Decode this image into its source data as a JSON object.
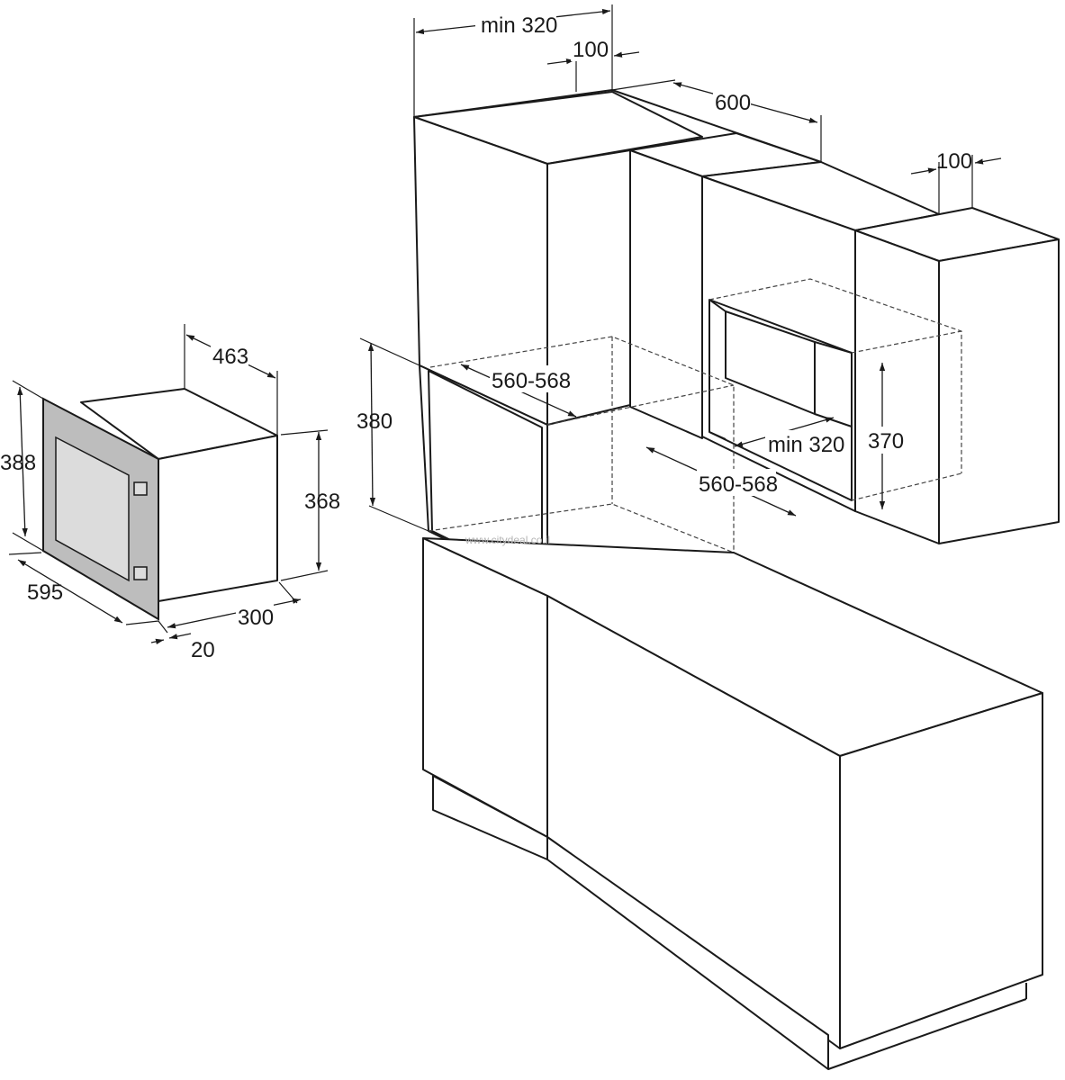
{
  "dimensions": {
    "min_320_top": "min 320",
    "d100_top": "100",
    "d600": "600",
    "d100_right": "100",
    "d463": "463",
    "d388": "388",
    "d368": "368",
    "d595": "595",
    "d300": "300",
    "d20": "20",
    "d380": "380",
    "d560_568_left": "560-568",
    "d560_568_right": "560-568",
    "min_320_niche": "min 320",
    "d370": "370"
  },
  "watermark": "www.citydeal.co.il",
  "colors": {
    "line": "#1a1a1a",
    "frame_fill": "#bdbdbd",
    "window_fill": "#dcdcdc"
  }
}
